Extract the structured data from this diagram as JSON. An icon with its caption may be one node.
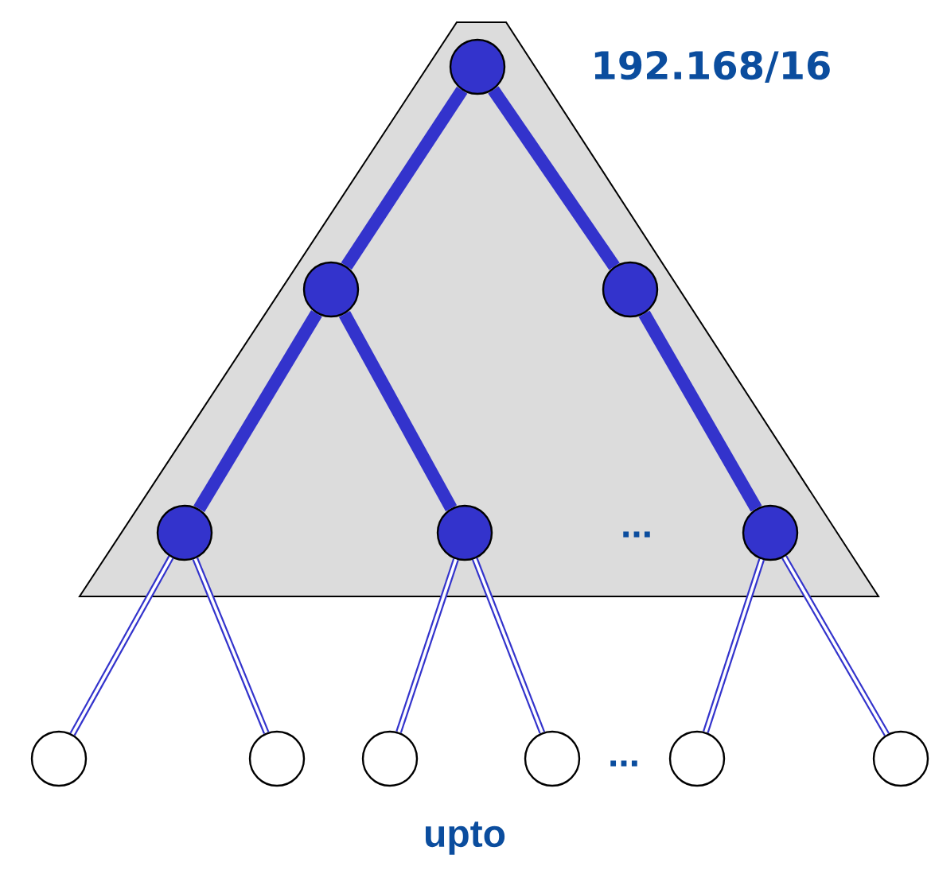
{
  "diagram": {
    "nodes": [
      {
        "text": [],
        "shape": "triangle",
        "beside": [
          "192.168/16"
        ]
      },
      {
        "text": [],
        "shape": "circle",
        "in": 0
      },
      {
        "text": [],
        "shape": "circle",
        "in": 0
      },
      {
        "text": [],
        "shape": "circle",
        "in": 0
      },
      {
        "text": [],
        "shape": "circle",
        "in": 0
      },
      {
        "text": [],
        "shape": "circle",
        "in": 0
      },
      {
        "text": [],
        "shape": "circle",
        "in": 0
      },
      {
        "text": [],
        "shape": "circle"
      },
      {
        "text": [],
        "shape": "circle"
      },
      {
        "text": [],
        "shape": "circle"
      },
      {
        "text": [],
        "shape": "circle"
      },
      {
        "text": [],
        "shape": "circle"
      },
      {
        "text": [],
        "shape": "circle"
      }
    ],
    "edges": [
      {
        "from": 1,
        "to": 2,
        "arrow": "none",
        "style": "thick"
      },
      {
        "from": 1,
        "to": 3,
        "arrow": "none",
        "style": "thick"
      },
      {
        "from": 2,
        "to": 4,
        "arrow": "none",
        "style": "thick"
      },
      {
        "from": 2,
        "to": 5,
        "arrow": "none",
        "style": "thick"
      },
      {
        "from": 3,
        "to": 6,
        "arrow": "none",
        "style": "thick"
      },
      {
        "from": 4,
        "to": 7,
        "arrow": "none"
      },
      {
        "from": 4,
        "to": 8,
        "arrow": "none"
      },
      {
        "from": 5,
        "to": 9,
        "arrow": "none"
      },
      {
        "from": 5,
        "to": 10,
        "arrow": "none"
      },
      {
        "from": 6,
        "to": 11,
        "arrow": "none"
      },
      {
        "from": 6,
        "to": 12,
        "arrow": "none"
      }
    ],
    "labels": [
      "...",
      "...",
      "upto"
    ]
  }
}
